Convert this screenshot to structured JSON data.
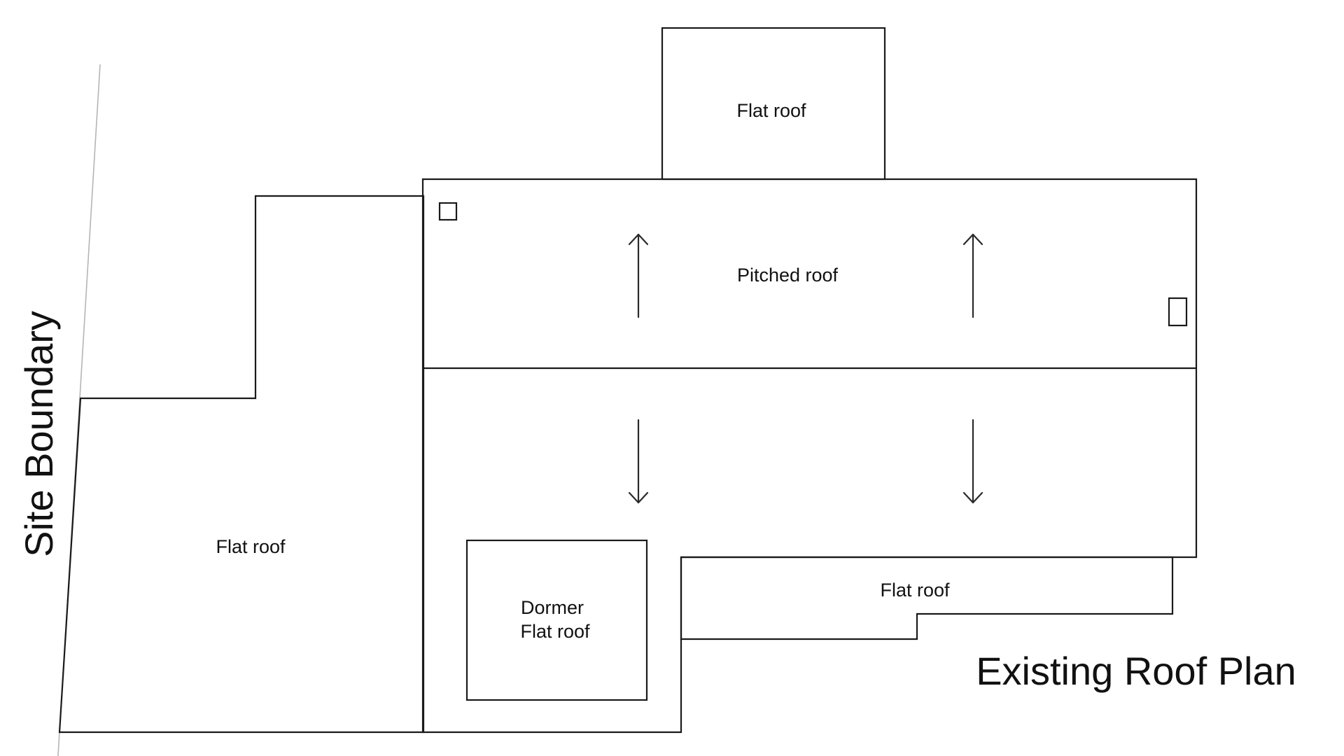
{
  "diagram": {
    "title": "Existing Roof Plan",
    "site_boundary_label": "Site Boundary",
    "rooflights": 2,
    "areas": {
      "top_flat_roof": "Flat roof",
      "pitched_roof": "Pitched roof",
      "left_flat_roof": "Flat roof",
      "dormer_line1": "Dormer",
      "dormer_line2": "Flat roof",
      "bottom_right_flat_roof": "Flat roof"
    },
    "slope_arrows": {
      "up_count": 2,
      "down_count": 2
    },
    "colors": {
      "line": "#1a1a1a",
      "boundary_line": "#b5b5b5",
      "background": "#ffffff"
    }
  }
}
